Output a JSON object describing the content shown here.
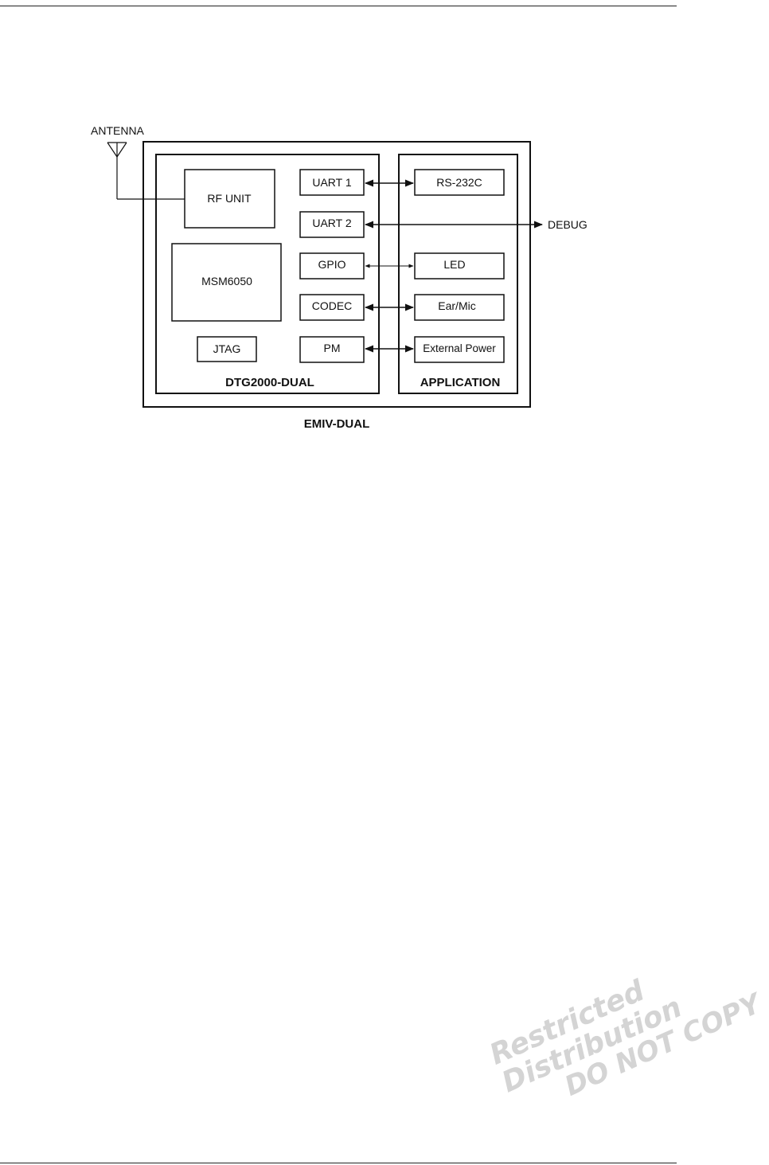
{
  "diagram": {
    "antenna_label": "ANTENNA",
    "outer_label": "EMIV-DUAL",
    "module_label": "DTG2000-DUAL",
    "application_label": "APPLICATION",
    "blocks": {
      "rf_unit": "RF UNIT",
      "msm": "MSM6050",
      "jtag": "JTAG",
      "uart1": "UART 1",
      "uart2": "UART 2",
      "gpio": "GPIO",
      "codec": "CODEC",
      "pm": "PM",
      "rs232c": "RS-232C",
      "led": "LED",
      "earmic": "Ear/Mic",
      "ext_power": "External Power"
    },
    "debug_label": "DEBUG"
  },
  "watermark": {
    "line1": "Restricted Distribution",
    "line2": "DO NOT COPY"
  }
}
